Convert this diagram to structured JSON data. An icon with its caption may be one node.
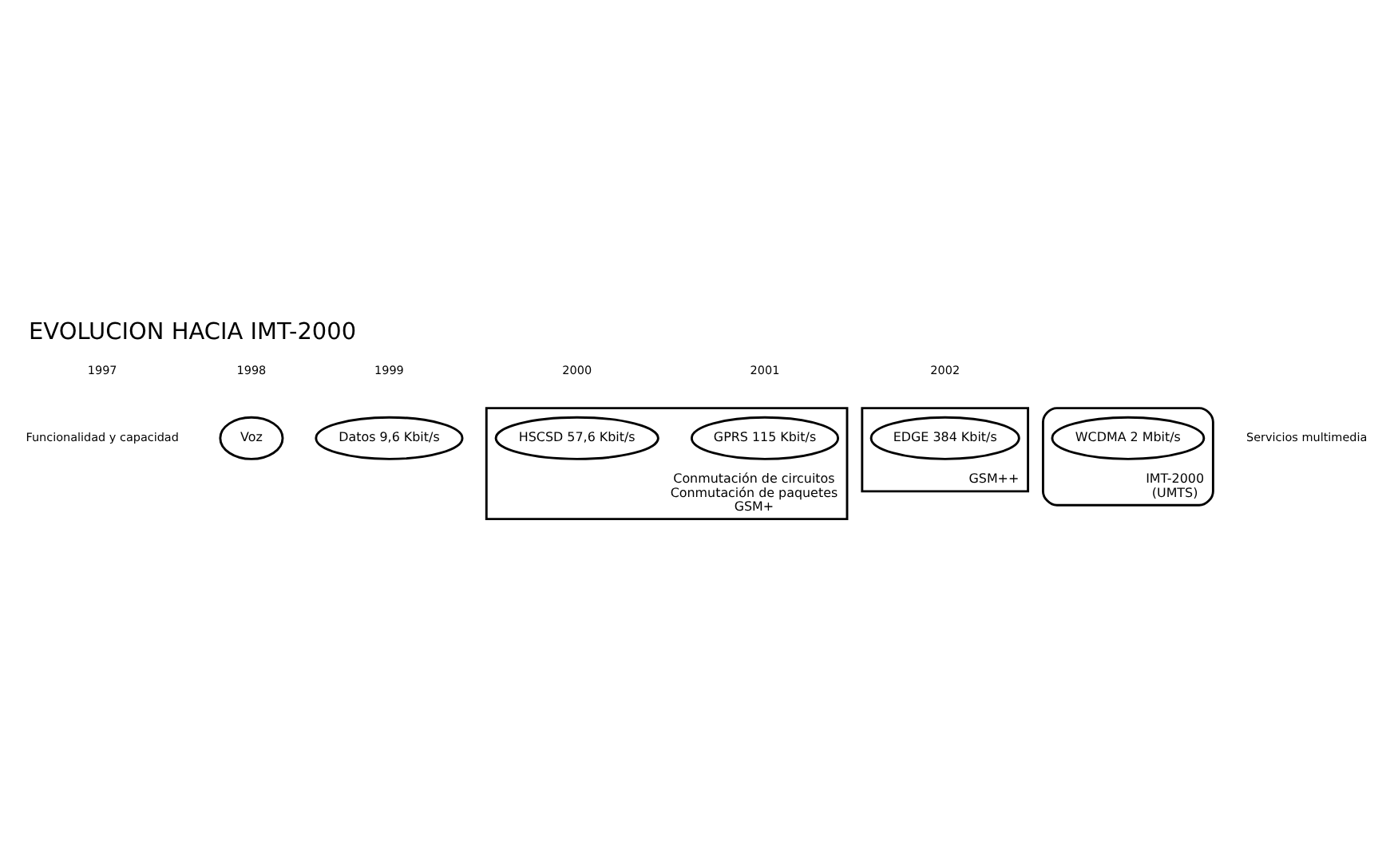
{
  "diagram": {
    "title": "EVOLUCION HACIA IMT-2000",
    "nodes": [
      {
        "text": [
          "Voz"
        ]
      },
      {
        "text": [
          "Datos 9,6 Kbit/s"
        ]
      },
      {
        "text": [
          "Conmutación de circuitos",
          "Conmutación de paquetes",
          "GSM+"
        ]
      },
      {
        "text": [
          "HSCSD 57,6 Kbit/s"
        ],
        "in": 2
      },
      {
        "text": [
          "GPRS 115 Kbit/s"
        ],
        "in": 2
      },
      {
        "text": [
          "GSM++"
        ]
      },
      {
        "text": [
          "EDGE 384 Kbit/s"
        ],
        "in": 5
      },
      {
        "text": [
          "IMT-2000",
          "(UMTS)"
        ]
      },
      {
        "text": [
          "WCDMA 2 Mbit/s"
        ],
        "in": 7
      }
    ],
    "labels": [
      "Funcionalidad y capacidad",
      "Servicios multimedia",
      "1997",
      "1998",
      "1999",
      "2000",
      "2001",
      "2002"
    ]
  }
}
